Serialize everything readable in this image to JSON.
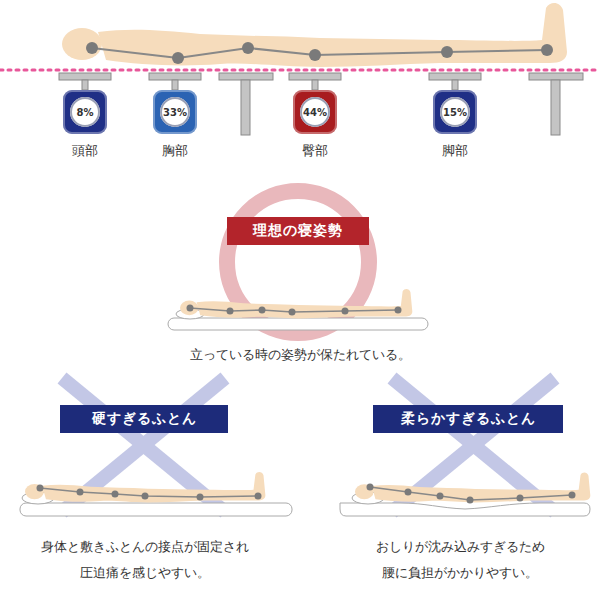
{
  "diagram": {
    "nodes": [
      {
        "text": [
          "8%",
          "頭部"
        ]
      },
      {
        "text": [
          "33%",
          "胸部"
        ]
      },
      {
        "text": [
          "44%",
          "臀部"
        ]
      },
      {
        "text": [
          "15%",
          "脚部"
        ]
      },
      {
        "text": [
          "理想の寝姿勢"
        ]
      },
      {
        "text": [
          "硬すぎるふとん"
        ]
      },
      {
        "text": [
          "柔らかすぎるふとん"
        ]
      }
    ],
    "labels": [
      "立っている時の姿勢が保たれている。",
      "身体と敷きふとんの接点が固定され 圧迫痛を感じやすい。",
      "おしりが沈み込みすぎるため 腰に負担がかかりやすい。"
    ]
  }
}
